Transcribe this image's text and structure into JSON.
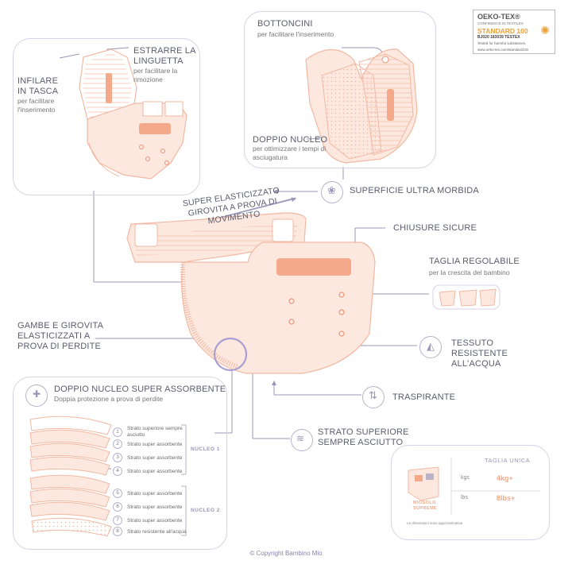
{
  "oeko": {
    "title": "OEKO-TEX®",
    "confidence": "CONFIDENCE IN TEXTILES",
    "standard": "STANDARD 100",
    "code": "BJ020 183039 TESTEX",
    "tested": "Tested for harmful substances.",
    "url": "www.oeko-tex.com/standard100"
  },
  "panel_left": {
    "insert_title": "INFILARE IN TASCA",
    "insert_sub": "per facilitare l'inserimento",
    "tab_title": "ESTRARRE LA LINGUETTA",
    "tab_sub": "per facilitare la rimozione"
  },
  "panel_right": {
    "snaps_title": "BOTTONCINI",
    "snaps_sub": "per facilitare l'inserimento",
    "core_title": "DOPPIO NUCLEO",
    "core_sub": "per ottimizzare i tempi di asciugatura"
  },
  "callouts": {
    "super_elastic_1": "SUPER ELASTICIZZATO",
    "super_elastic_2": "GIROVITA A PROVA DI MOVIMENTO",
    "soft_surface": "SUPERFICIE ULTRA MORBIDA",
    "secure_closures": "CHIUSURE SICURE",
    "adjustable": "TAGLIA REGOLABILE",
    "adjustable_sub": "per la crescita del bambino",
    "legs": "GAMBE E GIROVITA ELASTICIZZATI A PROVA DI PERDITE",
    "waterproof": "TESSUTO RESISTENTE ALL'ACQUA",
    "breathable": "TRASPIRANTE",
    "dry_top": "STRATO SUPERIORE SEMPRE ASCIUTTO"
  },
  "core_panel": {
    "title": "DOPPIO NUCLEO SUPER ASSORBENTE",
    "subtitle": "Doppia protezione a prova di perdite",
    "layers": [
      {
        "n": "1",
        "text": "Strato superiore sempre asciutto"
      },
      {
        "n": "2",
        "text": "Strato super assorbente"
      },
      {
        "n": "3",
        "text": "Strato super assorbente"
      },
      {
        "n": "4",
        "text": "Strato super assorbente"
      },
      {
        "n": "5",
        "text": "Strato super assorbente"
      },
      {
        "n": "6",
        "text": "Strato super assorbente"
      },
      {
        "n": "7",
        "text": "Strato super assorbente"
      },
      {
        "n": "8",
        "text": "Strato resistente all'acqua"
      }
    ],
    "group1": "NUCLEO 1",
    "group2": "NUCLEO 2"
  },
  "size_panel": {
    "header": "TAGLIA UNICA",
    "brand_1": "MIOSOLO",
    "brand_2": "SUPREME",
    "row1_unit": "kgs",
    "row1_value": "4kg+",
    "row2_unit": "lbs",
    "row2_value": "8lbs+",
    "note": "Le dimensioni sono approssimative"
  },
  "copyright": "© Copyright Bambino Mio",
  "colors": {
    "peach": "#f4a98a",
    "peach_light": "#fce6dc",
    "lavender": "#b9b2c9",
    "line": "#9c95b6"
  }
}
